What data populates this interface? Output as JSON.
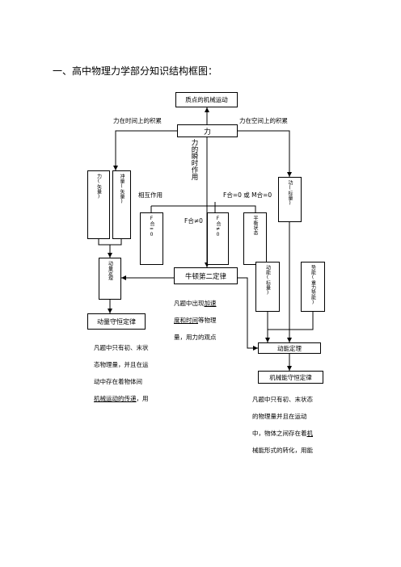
{
  "heading": "一、高中物理力学部分知识结构框图：",
  "boxes": {
    "motion": "质点的机械运动",
    "force": "力",
    "newton2": "牛顿第二定律",
    "momentum_law": "动量守恒定律",
    "kinetic_theorem": "动能定理",
    "energy_law": "机械能守恒定律"
  },
  "vboxes": {
    "impulse": "力(矢量)",
    "momentum": "冲量(矢量)",
    "mom_theorem": "动量定理",
    "inter1": "F合=0",
    "inter2": "F合≠0",
    "equilibrium": "平衡状态",
    "work": "功(标量)",
    "kinetic": "动能(标量)",
    "potential": "势能(重力势能)"
  },
  "labels": {
    "time_accum": "力在时间上的积累",
    "space_accum": "力在空间上的积累",
    "instant": "力的瞬时作用",
    "interaction": "相互作用",
    "cond": "F合=0 或 M合=0",
    "fneq": "F合≠0"
  },
  "paras": {
    "mid_1": "凡题中出现",
    "mid_u1": "加速",
    "mid_u2": "度和时间",
    "mid_2": "等物理",
    "mid_3": "量，用力的观点",
    "left_1": "凡题中只有初、末状",
    "left_2": "态物理量，并且在运",
    "left_3": "动中存在着物体间",
    "left_u": "机械运动的传递",
    "left_4": "，用",
    "right_1": "凡题中只有初、末状态",
    "right_2": "的物理量并且在运动",
    "right_3": "中，物体之间存在着",
    "right_u": "机",
    "right_4": "械能形式的转化，用能"
  }
}
